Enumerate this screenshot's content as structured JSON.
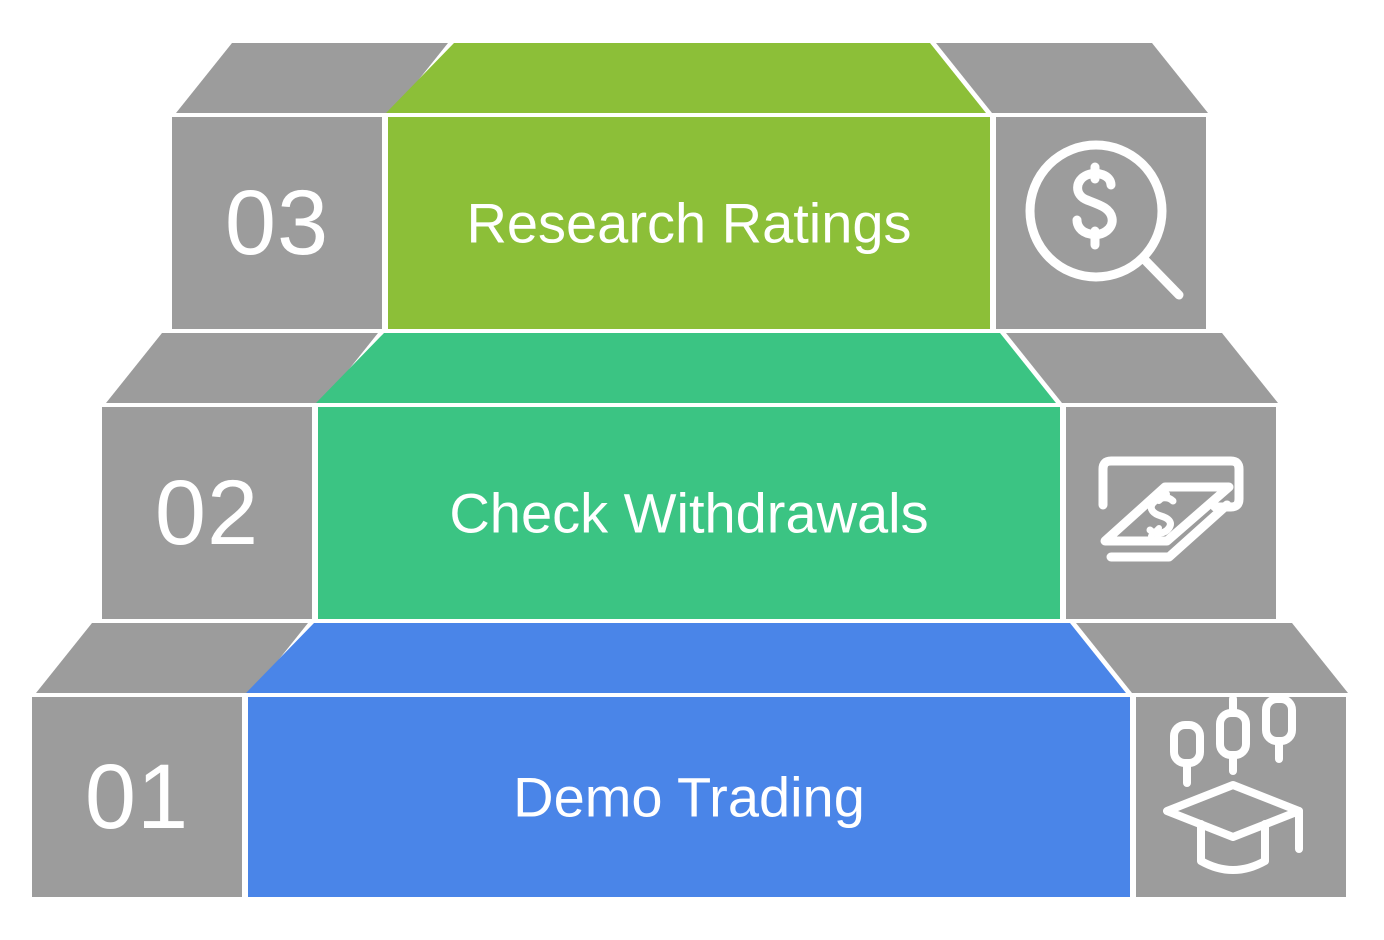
{
  "diagram": {
    "type": "staircase-steps-infographic",
    "title": "",
    "background_color": "#FFFFFF",
    "gray_color": "#9C9C9C",
    "gray_top_color": "#9C9C9C",
    "text_color": "#FFFFFF",
    "gap_color": "#FFFFFF",
    "step_count": 3,
    "steps": [
      {
        "number": "03",
        "label": "Research Ratings",
        "color": "#8CBF38",
        "icon": "magnifier-dollar-icon",
        "icon_description": "magnifying glass with dollar sign",
        "tier": 3,
        "position": "top"
      },
      {
        "number": "02",
        "label": "Check Withdrawals",
        "color": "#3BC483",
        "icon": "atm-cash-withdrawal-icon",
        "icon_description": "banknotes dispensed from an ATM slot with dollar sign",
        "tier": 2,
        "position": "middle"
      },
      {
        "number": "01",
        "label": "Demo Trading",
        "color": "#4A85E8",
        "icon": "candlestick-graduation-cap-icon",
        "icon_description": "candlestick chart above a graduation cap",
        "tier": 1,
        "position": "bottom"
      }
    ]
  }
}
